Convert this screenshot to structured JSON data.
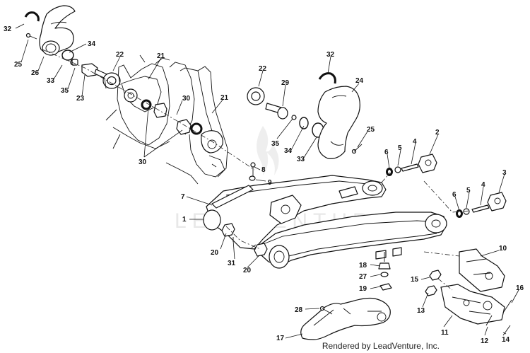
{
  "credit": "Rendered by LeadVenture, Inc.",
  "watermark": {
    "text": "LEADVENTURE"
  },
  "callouts": [
    {
      "id": "c32a",
      "label": "32"
    },
    {
      "id": "c25a",
      "label": "25"
    },
    {
      "id": "c26",
      "label": "26"
    },
    {
      "id": "c33a",
      "label": "33"
    },
    {
      "id": "c34a",
      "label": "34"
    },
    {
      "id": "c35a",
      "label": "35"
    },
    {
      "id": "c23",
      "label": "23"
    },
    {
      "id": "c22a",
      "label": "22"
    },
    {
      "id": "c21a",
      "label": "21"
    },
    {
      "id": "c21b",
      "label": "21"
    },
    {
      "id": "c30a",
      "label": "30"
    },
    {
      "id": "c30b",
      "label": "30"
    },
    {
      "id": "c22b",
      "label": "22"
    },
    {
      "id": "c29",
      "label": "29"
    },
    {
      "id": "c32b",
      "label": "32"
    },
    {
      "id": "c24",
      "label": "24"
    },
    {
      "id": "c35b",
      "label": "35"
    },
    {
      "id": "c34b",
      "label": "34"
    },
    {
      "id": "c33b",
      "label": "33"
    },
    {
      "id": "c25b",
      "label": "25"
    },
    {
      "id": "c8",
      "label": "8"
    },
    {
      "id": "c9",
      "label": "9"
    },
    {
      "id": "c7",
      "label": "7"
    },
    {
      "id": "c1",
      "label": "1"
    },
    {
      "id": "c20a",
      "label": "20"
    },
    {
      "id": "c31",
      "label": "31"
    },
    {
      "id": "c20b",
      "label": "20"
    },
    {
      "id": "c6a",
      "label": "6"
    },
    {
      "id": "c5a",
      "label": "5"
    },
    {
      "id": "c4a",
      "label": "4"
    },
    {
      "id": "c2",
      "label": "2"
    },
    {
      "id": "c3",
      "label": "3"
    },
    {
      "id": "c6b",
      "label": "6"
    },
    {
      "id": "c5b",
      "label": "5"
    },
    {
      "id": "c4b",
      "label": "4"
    },
    {
      "id": "c10",
      "label": "10"
    },
    {
      "id": "c18",
      "label": "18"
    },
    {
      "id": "c27",
      "label": "27"
    },
    {
      "id": "c19",
      "label": "19"
    },
    {
      "id": "c15",
      "label": "15"
    },
    {
      "id": "c13",
      "label": "13"
    },
    {
      "id": "c16",
      "label": "16"
    },
    {
      "id": "c28",
      "label": "28"
    },
    {
      "id": "c11",
      "label": "11"
    },
    {
      "id": "c12",
      "label": "12"
    },
    {
      "id": "c14",
      "label": "14"
    },
    {
      "id": "c17",
      "label": "17"
    }
  ]
}
